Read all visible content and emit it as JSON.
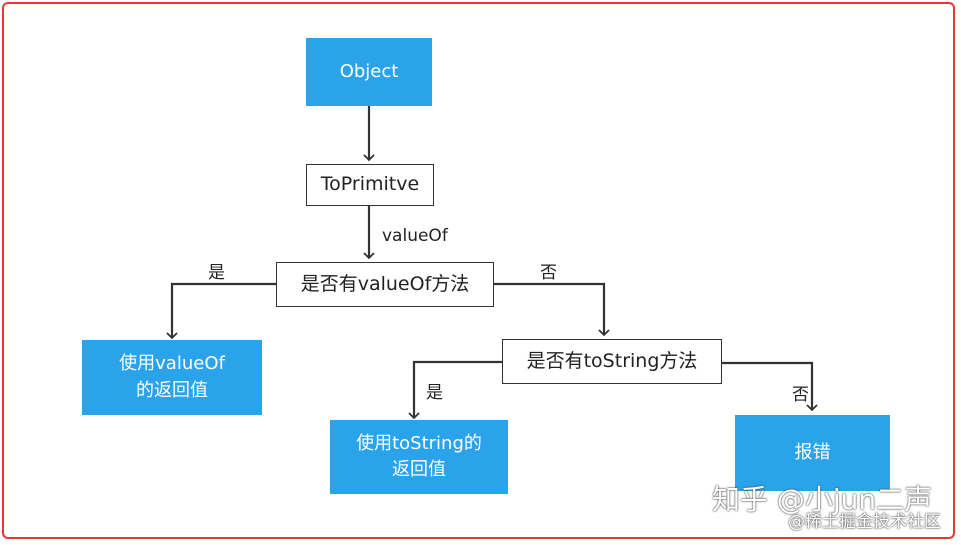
{
  "nodes": {
    "object": "Object",
    "to_primitive": "ToPrimitve",
    "has_value_of": "是否有valueOf方法",
    "use_value_of_line1": "使用valueOf",
    "use_value_of_line2": "的返回值",
    "has_to_string": "是否有toString方法",
    "use_to_string_line1": "使用toString的",
    "use_to_string_line2": "返回值",
    "error": "报错"
  },
  "edge_labels": {
    "value_of": "valueOf",
    "yes_1": "是",
    "no_1": "否",
    "yes_2": "是",
    "no_2": "否"
  },
  "watermarks": {
    "zhihu": "知乎 @小jun二声",
    "juejin": "@稀土掘金技术社区"
  },
  "colors": {
    "frame": "#e53935",
    "blue_node": "#2aa3ea",
    "line": "#333333"
  }
}
